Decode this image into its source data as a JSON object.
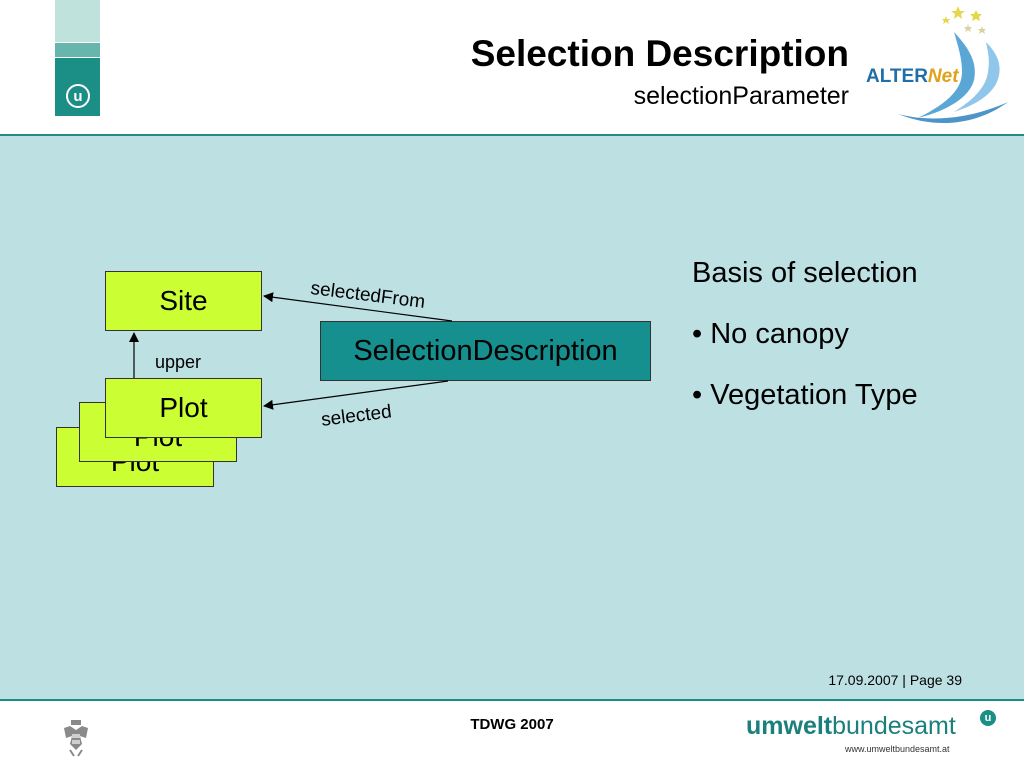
{
  "header": {
    "title": "Selection Description",
    "subtitle": "selectionParameter",
    "logo_mark": "u",
    "partner_logo_text_1": "ALTER",
    "partner_logo_text_2": "Net"
  },
  "diagram": {
    "boxes": {
      "site": "Site",
      "plot_back": "Plot",
      "plot_mid": "Plot",
      "plot_front": "Plot",
      "selection_description": "SelectionDescription"
    },
    "labels": {
      "upper": "upper",
      "selected_from": "selectedFrom",
      "selected": "selected"
    }
  },
  "side_panel": {
    "heading": "Basis of selection",
    "bullets": [
      "• No canopy",
      "• Vegetation Type"
    ]
  },
  "footer": {
    "date_page": "17.09.2007 | Page 39",
    "center": "TDWG 2007",
    "brand_bold": "umwelt",
    "brand_regular": "bundesamt",
    "brand_mark": "u",
    "url": "www.umweltbundesamt.at"
  },
  "colors": {
    "accent": "#1b8f86",
    "content_bg": "#bde0e3",
    "lime": "#ccff33",
    "teal_box": "#168f8f"
  },
  "icons": [
    "austrian-eagle-crest-icon",
    "alternet-logo-icon",
    "umweltbundesamt-u-icon"
  ]
}
